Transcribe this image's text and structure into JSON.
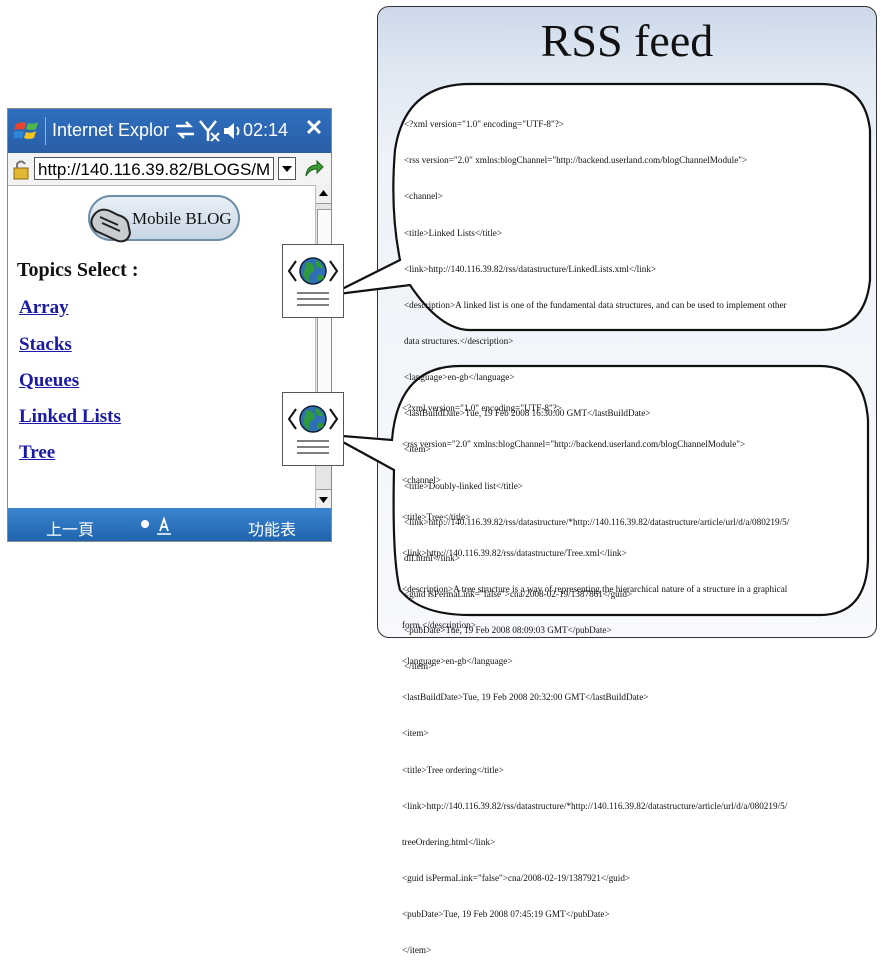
{
  "rss_panel": {
    "title": "RSS feed",
    "bubbles": [
      {
        "lines": [
          "<?xml version=\"1.0\" encoding=\"UTF-8\"?>",
          "<rss version=\"2.0\" xmlns:blogChannel=\"http://backend.userland.com/blogChannelModule\">",
          "<channel>",
          "<title>Linked Lists</title>",
          "<link>http://140.116.39.82/rss/datastructure/LinkedLists.xml</link>",
          "<description>A linked list is one of the fundamental data structures, and can be used to implement other",
          "data structures.</description>",
          "<language>en-gb</language>",
          "<lastBuildDate>Tue, 19 Feb 2008 16:30:00 GMT</lastBuildDate>",
          "<item>",
          "<title>Doubly-linked list</title>",
          "<link>http://140.116.39.82/rss/datastructure/*http://140.116.39.82/datastructure/article/url/d/a/080219/5/",
          "dll.html</link>",
          "<guid isPermaLink=\"false\">cna/2008-02-19/1387861</guid>",
          "<pubDate>Tue, 19 Feb 2008 08:09:03 GMT</pubDate>",
          "</item>"
        ]
      },
      {
        "lines": [
          "<?xml version=\"1.0\" encoding=\"UTF-8\"?>",
          "<rss version=\"2.0\" xmlns:blogChannel=\"http://backend.userland.com/blogChannelModule\">",
          "<channel>",
          "<title>Tree</title>",
          "<link>http://140.116.39.82/rss/datastructure/Tree.xml</link>",
          "<description>A tree structure is a way of representing the hierarchical nature of a structure in a graphical",
          "form.</description>",
          "<language>en-gb</language>",
          "<lastBuildDate>Tue, 19 Feb 2008 20:32:00 GMT</lastBuildDate>",
          "<item>",
          "<title>Tree ordering</title>",
          "<link>http://140.116.39.82/rss/datastructure/*http://140.116.39.82/datastructure/article/url/d/a/080219/5/",
          "treeOrdering.html</link>",
          "<guid isPermaLink=\"false\">cna/2008-02-19/1387921</guid>",
          "<pubDate>Tue, 19 Feb 2008 07:45:19 GMT</pubDate>",
          "</item>"
        ]
      }
    ]
  },
  "phone": {
    "app_title": "Internet Explor",
    "clock": "02:14",
    "close_label": "✕",
    "address": "http://140.116.39.82/BLOGS/M",
    "logo_text": "Mobile BLOG",
    "topics_heading": "Topics Select :",
    "topics": [
      "Array",
      "Stacks",
      "Queues",
      "Linked Lists",
      "Tree"
    ],
    "softkey_left": "上一頁",
    "softkey_right": "功能表"
  },
  "colors": {
    "link": "#1a1aa6",
    "titlebar": "#2a5ea6",
    "globe": "#2f6fb8"
  }
}
